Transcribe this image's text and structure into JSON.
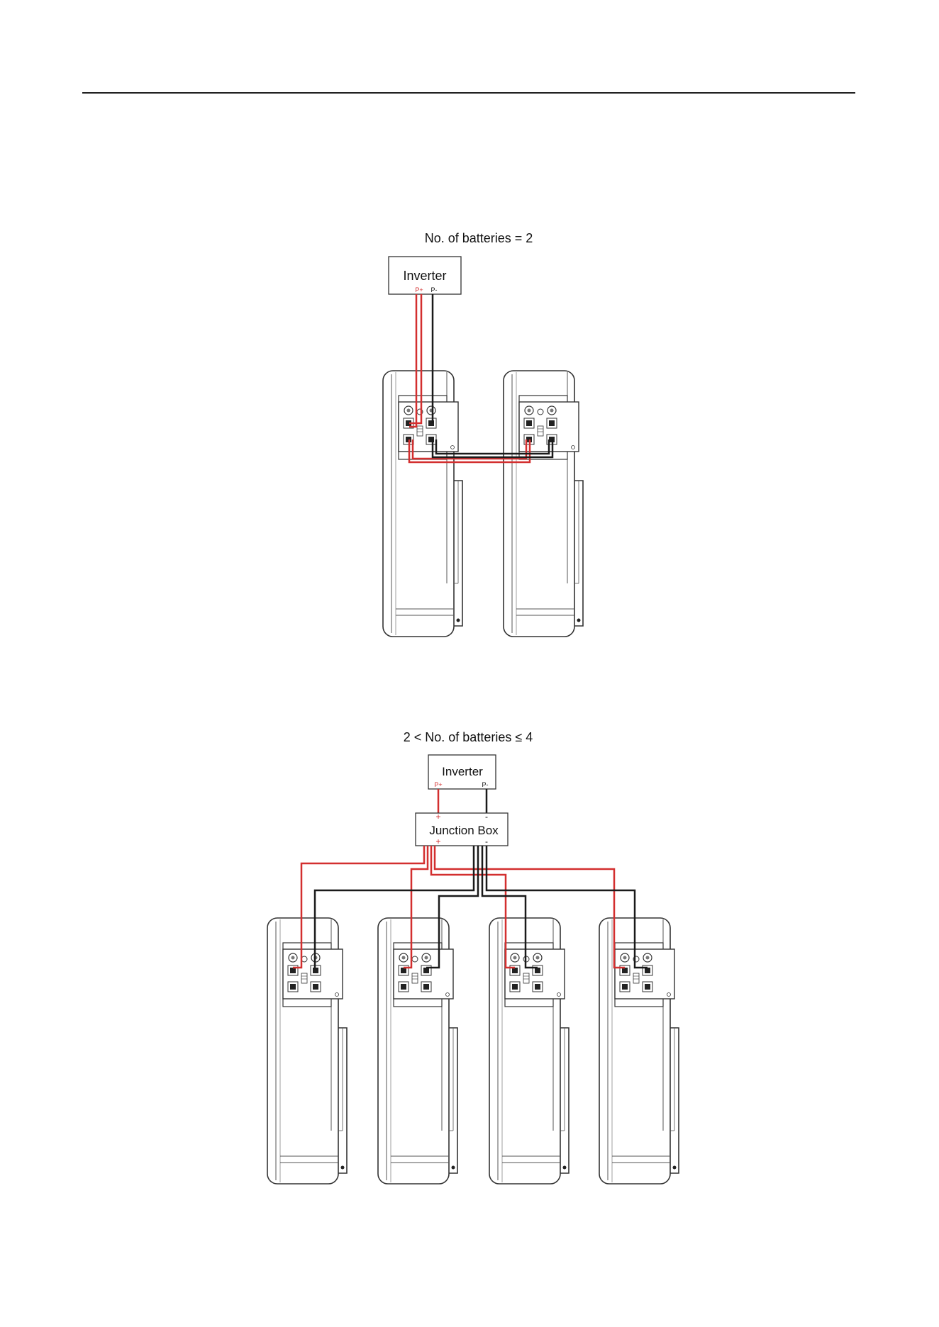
{
  "diagram1": {
    "title": "No. of batteries = 2",
    "inverter": {
      "label": "Inverter",
      "pos_terminal": "P+",
      "neg_terminal": "P-"
    }
  },
  "diagram2": {
    "title": "2 < No. of batteries ≤ 4",
    "inverter": {
      "label": "Inverter",
      "pos_terminal": "P+",
      "neg_terminal": "P-"
    },
    "junction_box": {
      "label": "Junction Box",
      "top_pos": "+",
      "top_neg": "-",
      "bottom_pos": "+",
      "bottom_neg": "-"
    }
  },
  "colors": {
    "positive_cable": "#d32f2f",
    "negative_cable": "#1a1a1a",
    "outline": "#333333"
  }
}
